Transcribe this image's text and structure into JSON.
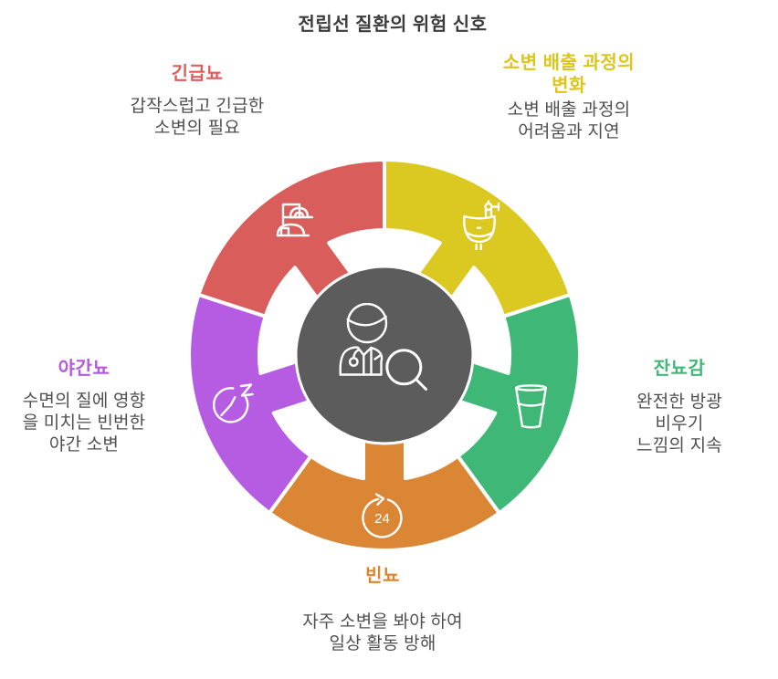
{
  "title": "전립선 질환의 위험 신호",
  "background": "#ffffff",
  "text_color": "#4f4f4f",
  "center": {
    "color": "#5d5c5c",
    "icon": "doctor-magnifier-icon"
  },
  "segments": [
    {
      "id": "urgency",
      "label": "긴급뇨",
      "label_color": "#e25c5c",
      "color": "#d95d5b",
      "desc": "갑작스럽고 긴급한\n소변의 필요",
      "icon": "restroom-urgency-icon",
      "start_deg": 288,
      "end_deg": 360
    },
    {
      "id": "flow-change",
      "label": "소변 배출 과정의\n변화",
      "label_color": "#ddc51e",
      "color": "#dbc821",
      "desc": "소변 배출 과정의\n어려움과 지연",
      "icon": "urinal-icon",
      "start_deg": 0,
      "end_deg": 72
    },
    {
      "id": "residual-feeling",
      "label": "잔뇨감",
      "label_color": "#43b878",
      "color": "#3fb877",
      "desc": "완전한 방광 비우기\n느낌의 지속",
      "icon": "water-glass-icon",
      "start_deg": 72,
      "end_deg": 144
    },
    {
      "id": "frequency",
      "label": "빈뇨",
      "label_color": "#dc8531",
      "color": "#da8634",
      "desc": "자주 소변을 봐야 하여\n일상 활동 방해",
      "icon": "24-hours-icon",
      "start_deg": 144,
      "end_deg": 216
    },
    {
      "id": "nocturia",
      "label": "야간뇨",
      "label_color": "#b55adf",
      "color": "#b55ce2",
      "desc": "수면의 질에 영향\n을 미치는 빈번한\n야간 소변",
      "icon": "night-clock-icon",
      "start_deg": 216,
      "end_deg": 288
    }
  ],
  "icons": {
    "hours_label": "24"
  }
}
